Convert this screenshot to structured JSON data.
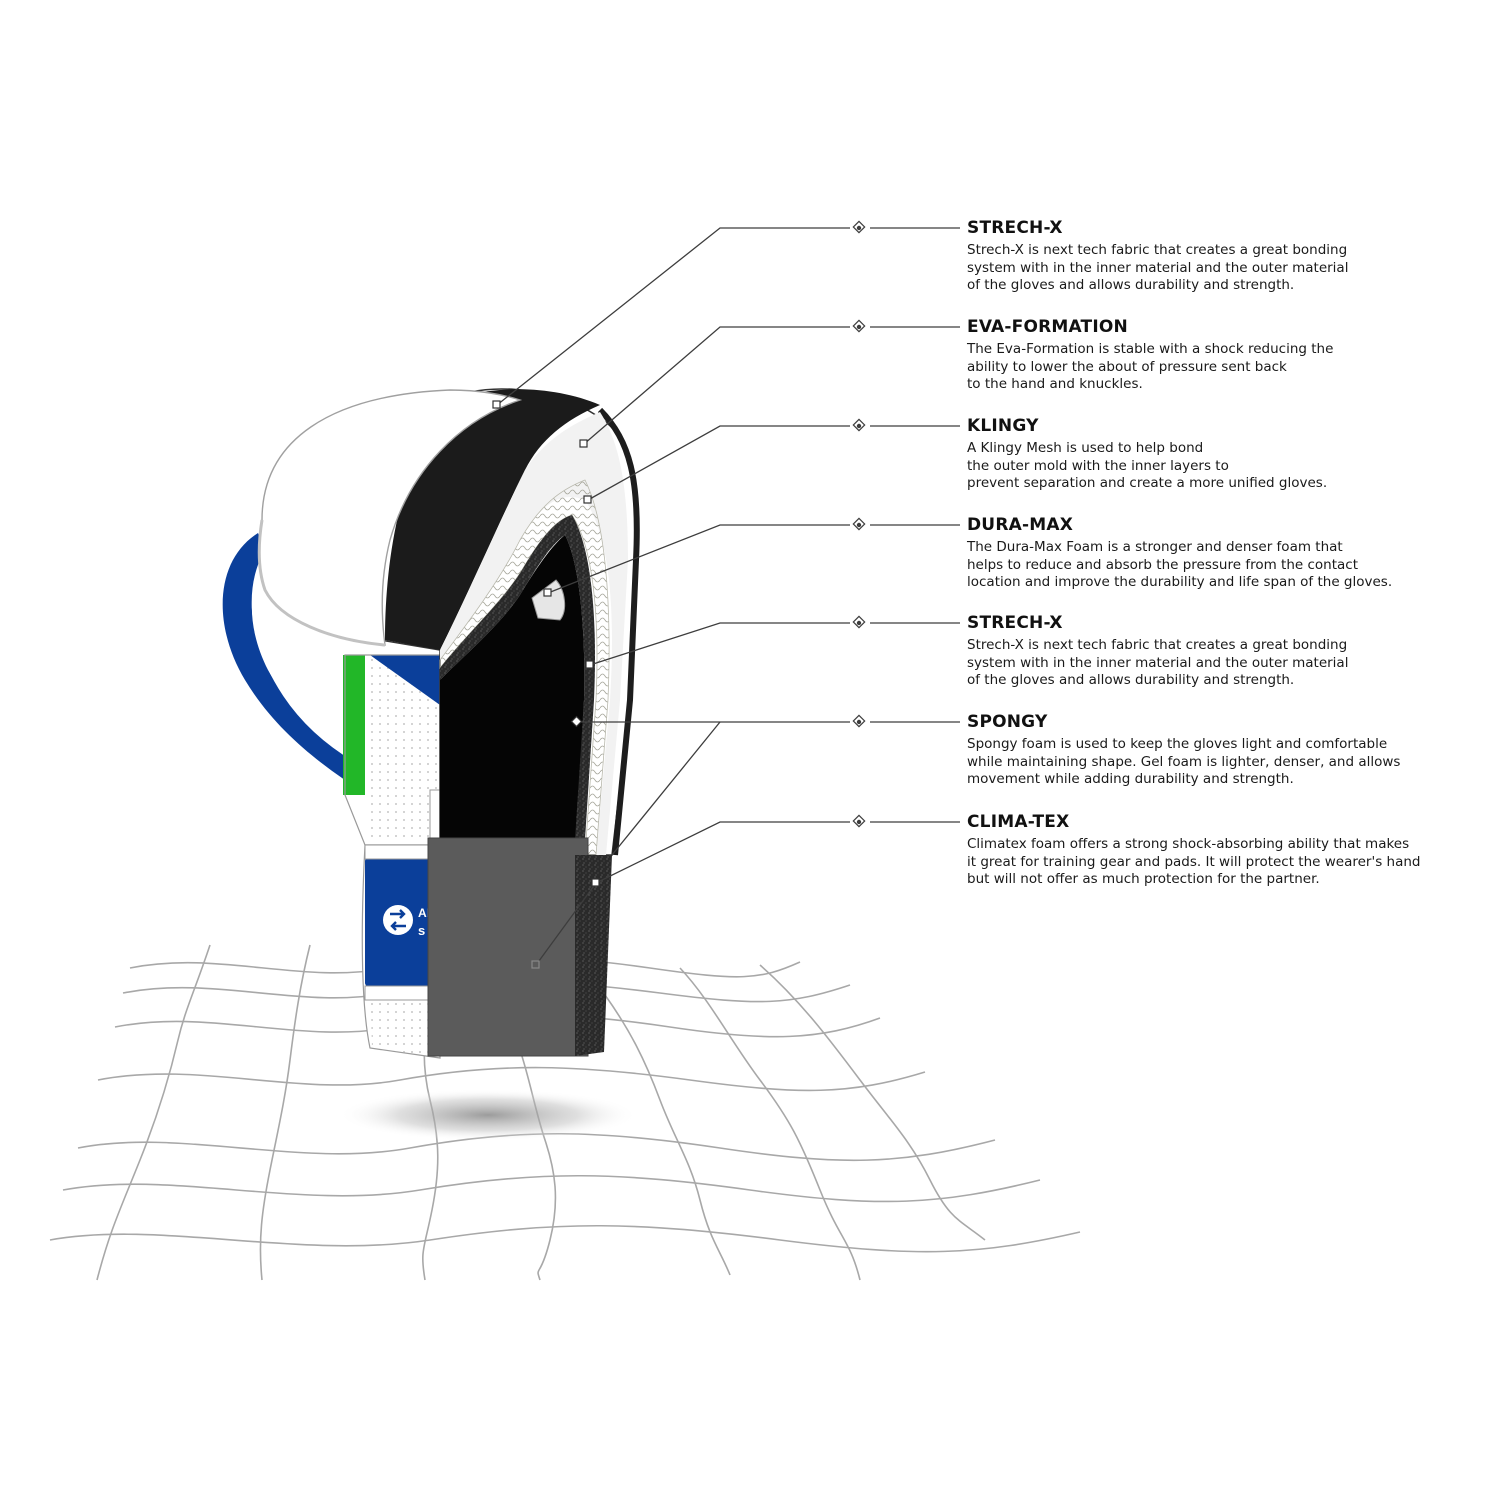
{
  "logo": {
    "line1": "AIR",
    "line2": "s y"
  },
  "layers": [
    {
      "title": "STRECH-X",
      "lines": [
        "Strech-X is next tech fabric that creates a great bonding",
        "system with in the inner material and the outer material",
        "of the gloves and allows durability and strength."
      ]
    },
    {
      "title": "EVA-FORMATION",
      "lines": [
        "The Eva-Formation is stable with a shock reducing the",
        "ability to lower the about of pressure sent back",
        "to the hand and knuckles."
      ]
    },
    {
      "title": "KLINGY",
      "lines": [
        "A Klingy Mesh is used to help bond",
        "the outer mold with the inner layers to",
        "prevent separation and create a more unified gloves."
      ]
    },
    {
      "title": "DURA-MAX",
      "lines": [
        "The Dura-Max Foam is a stronger and denser foam that",
        "helps to reduce and absorb the pressure from the contact",
        "location and improve the durability and life span of the gloves."
      ]
    },
    {
      "title": "STRECH-X",
      "lines": [
        "Strech-X is next tech fabric that creates a great bonding",
        "system with in the inner material and the outer material",
        "of the gloves and allows durability and strength."
      ]
    },
    {
      "title": "SPONGY",
      "lines": [
        "Spongy foam is used to keep the gloves light and comfortable",
        "while maintaining shape. Gel foam is lighter, denser, and allows",
        "movement while adding durability and strength."
      ]
    },
    {
      "title": "CLIMA-TEX",
      "lines": [
        "Climatex foam offers a strong shock-absorbing ability that makes",
        "it great for training gear and pads. It will protect the wearer's hand",
        "but will not offer as much protection for the partner."
      ]
    }
  ]
}
